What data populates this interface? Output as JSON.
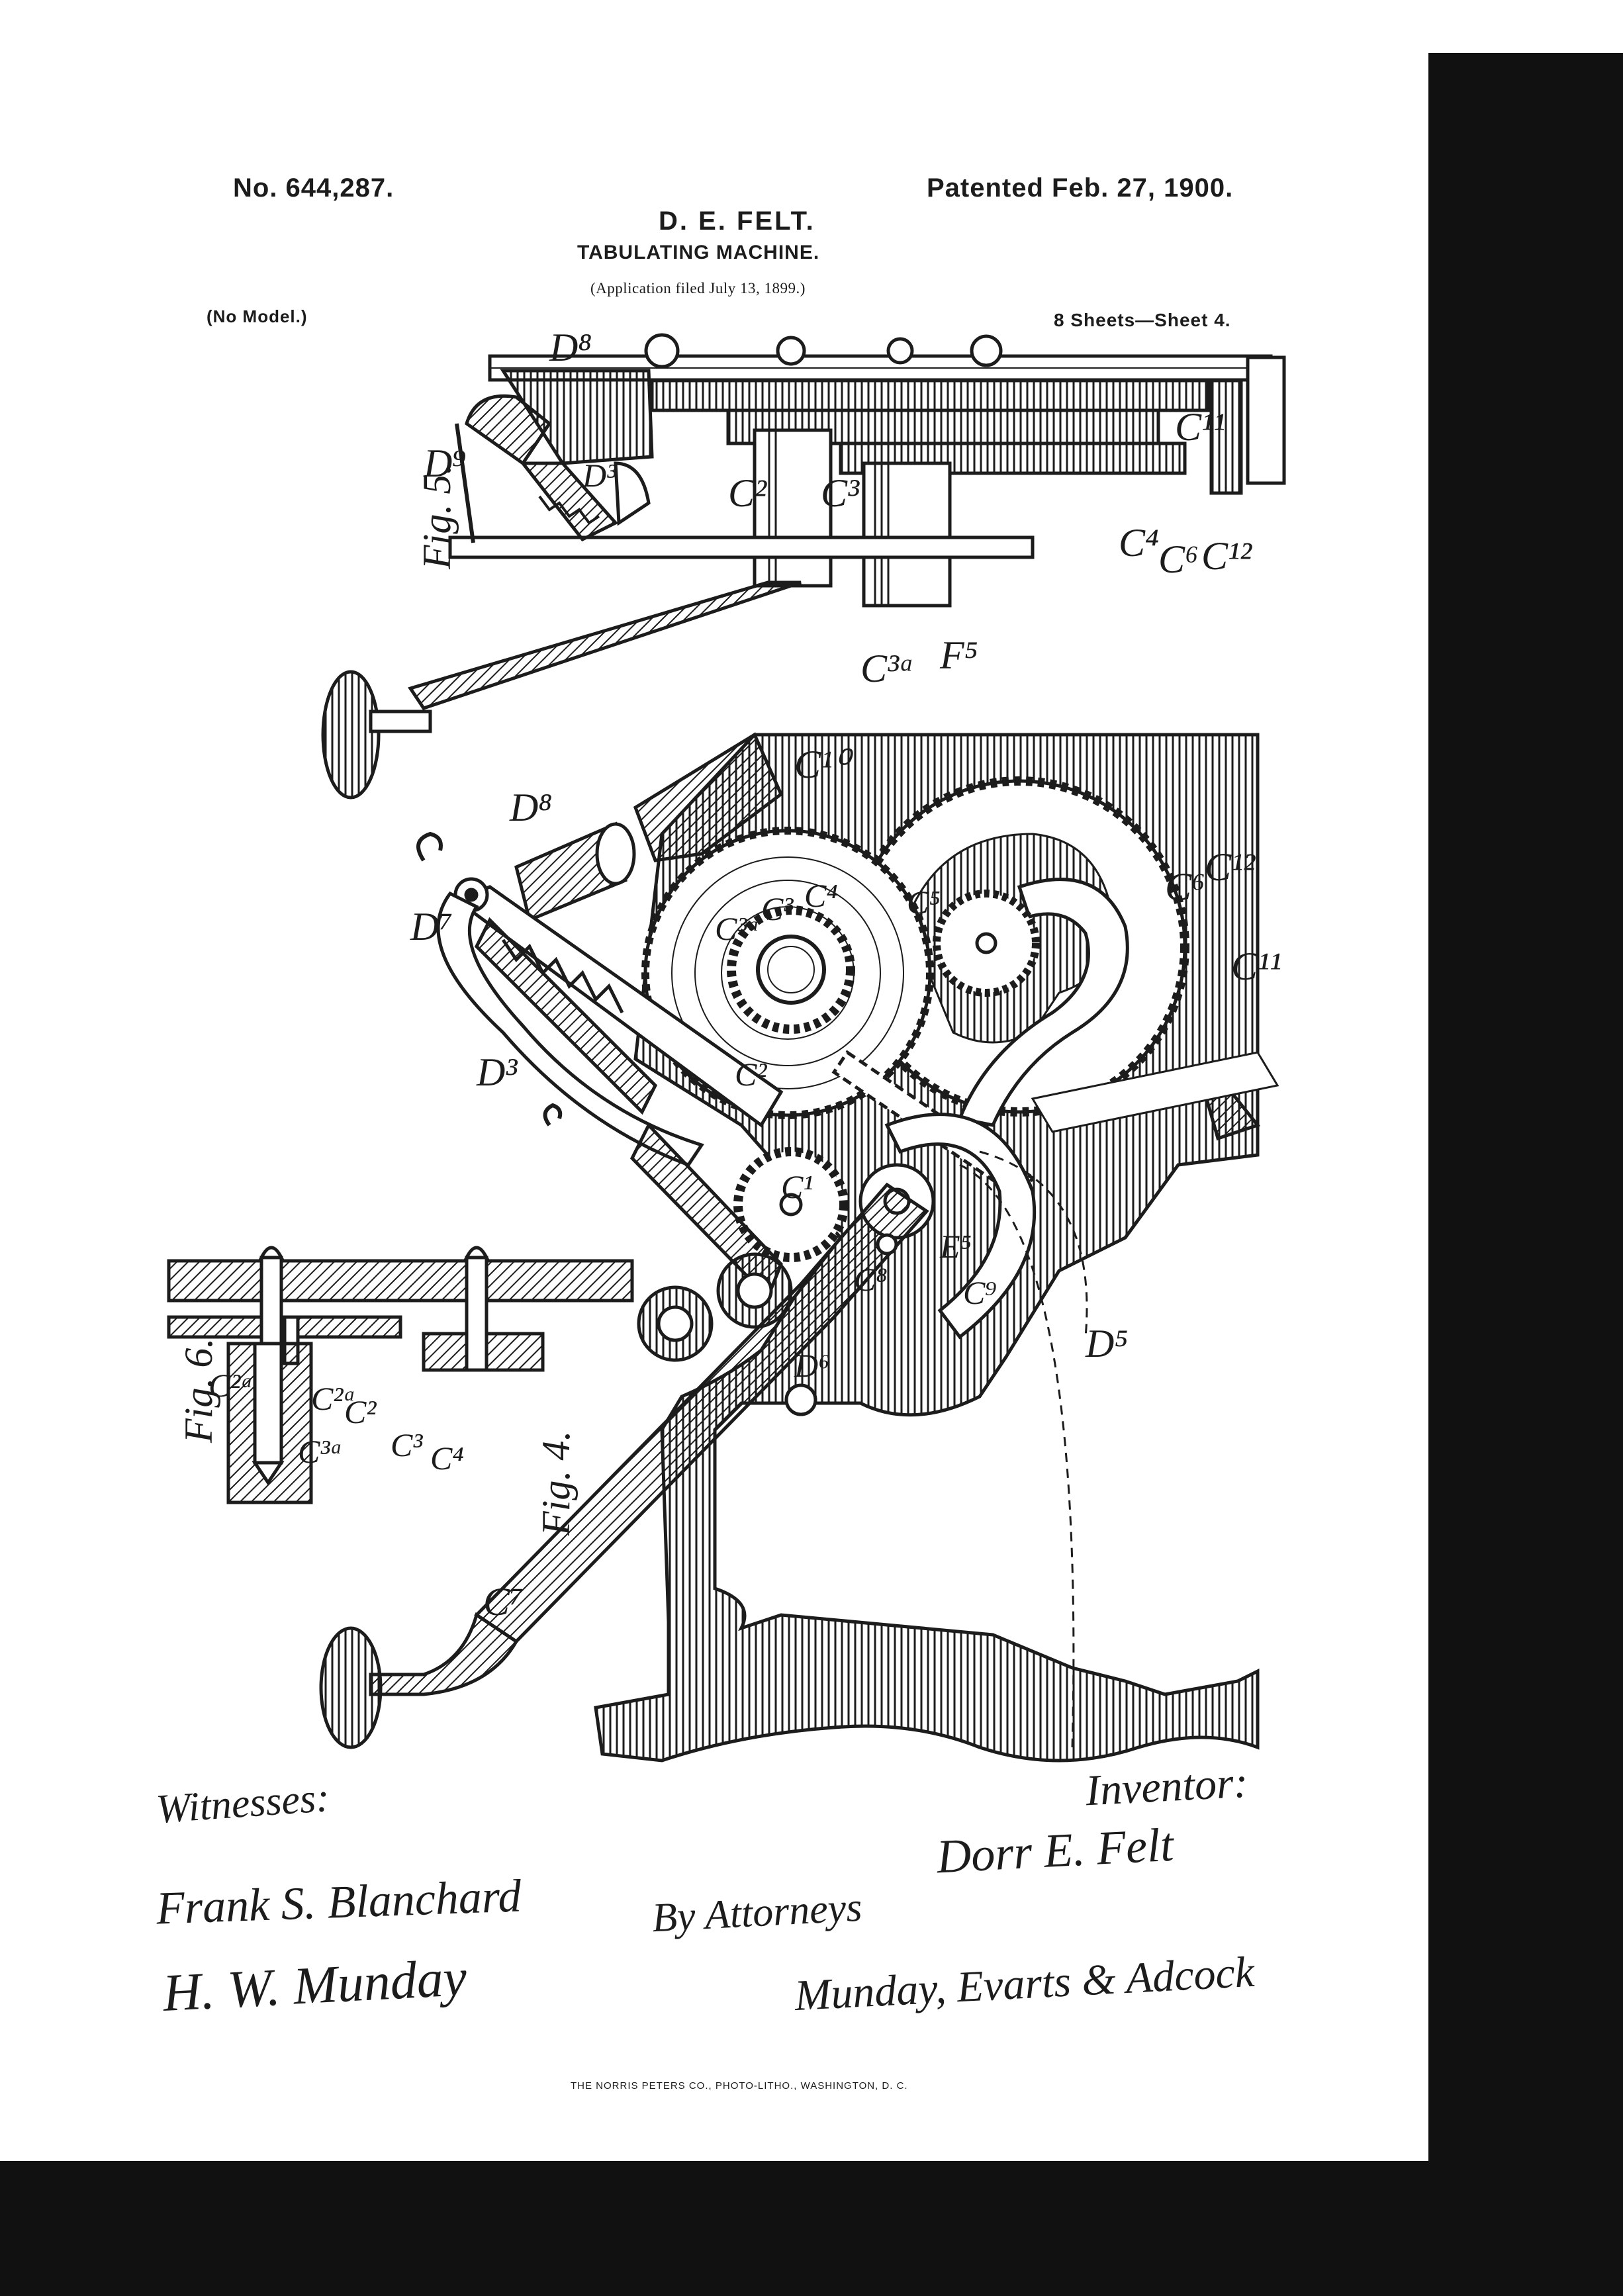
{
  "header": {
    "patent_number": "No. 644,287.",
    "patent_date": "Patented Feb. 27, 1900.",
    "inventor": "D. E. FELT.",
    "title": "TABULATING MACHINE.",
    "application": "(Application filed July 13, 1899.)",
    "model": "(No Model.)",
    "sheets": "8 Sheets—Sheet 4."
  },
  "figures": {
    "fig5": "Fig. 5.",
    "fig4": "Fig. 4.",
    "fig6": "Fig. 6."
  },
  "reference_labels": {
    "fig5": [
      "D8",
      "D9",
      "D3",
      "C2",
      "C3",
      "C3a",
      "F5",
      "C11",
      "C4",
      "C6",
      "C12"
    ],
    "fig4": [
      "C10",
      "D8",
      "D7",
      "C3a",
      "C3",
      "C4",
      "C5",
      "C6",
      "C12",
      "C11",
      "D3",
      "C2",
      "C1",
      "E5",
      "D5",
      "C8",
      "C9",
      "D6",
      "C7"
    ],
    "fig6": [
      "C2a",
      "C2a",
      "C3a",
      "C2",
      "C3",
      "C4"
    ]
  },
  "signatures": {
    "witnesses_label": "Witnesses:",
    "witness_1": "Frank S. Blanchard",
    "witness_2": "H. W. Munday",
    "inventor_label": "Inventor:",
    "inventor_signature": "Dorr E. Felt",
    "by_attorneys": "By Attorneys",
    "attorneys_signature": "Munday, Evarts & Adcock"
  },
  "footer": {
    "printer": "THE NORRIS PETERS CO., PHOTO-LITHO., WASHINGTON, D. C."
  },
  "colors": {
    "ink": "#1c1c1c",
    "paper": "#ffffff",
    "scan_border": "#111111"
  }
}
